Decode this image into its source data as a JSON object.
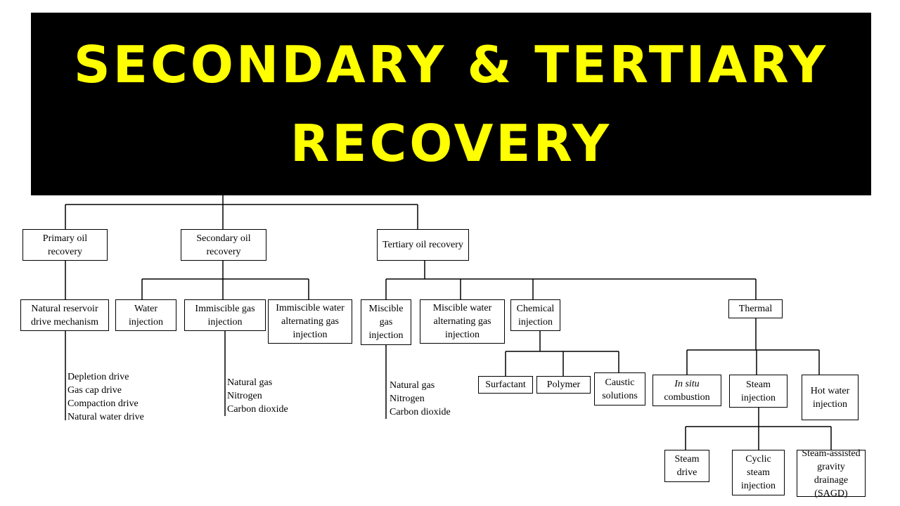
{
  "title": {
    "line1": "SECONDARY & TERTIARY",
    "line2": "RECOVERY"
  },
  "colors": {
    "banner_bg": "#000000",
    "banner_text": "#ffff00",
    "line": "#000000"
  },
  "nodes": {
    "primary": "Primary oil recovery",
    "secondary": "Secondary oil recovery",
    "tertiary": "Tertiary oil recovery",
    "natural_reservoir": "Natural reservoir drive mechanism",
    "water_injection": "Water injection",
    "immiscible_gas": "Immiscible gas injection",
    "immiscible_wag": "Immiscible water alternating gas injection",
    "miscible_gas": "Miscible gas injection",
    "miscible_wag": "Miscible water alternating gas injection",
    "chemical": "Chemical injection",
    "thermal": "Thermal",
    "surfactant": "Surfactant",
    "polymer": "Polymer",
    "caustic": "Caustic solutions",
    "insitu_italic": "In situ",
    "insitu_rest": "combustion",
    "steam_injection": "Steam injection",
    "hot_water": "Hot water injection",
    "steam_drive": "Steam drive",
    "cyclic_steam": "Cyclic steam injection",
    "sagd": "Steam-assisted gravity drainage (SAGD)"
  },
  "lists": {
    "drives": [
      "Depletion drive",
      "Gas cap drive",
      "Compaction drive",
      "Natural water drive"
    ],
    "immiscible_gases": [
      "Natural gas",
      "Nitrogen",
      "Carbon dioxide"
    ],
    "miscible_gases": [
      "Natural gas",
      "Nitrogen",
      "Carbon dioxide"
    ]
  }
}
